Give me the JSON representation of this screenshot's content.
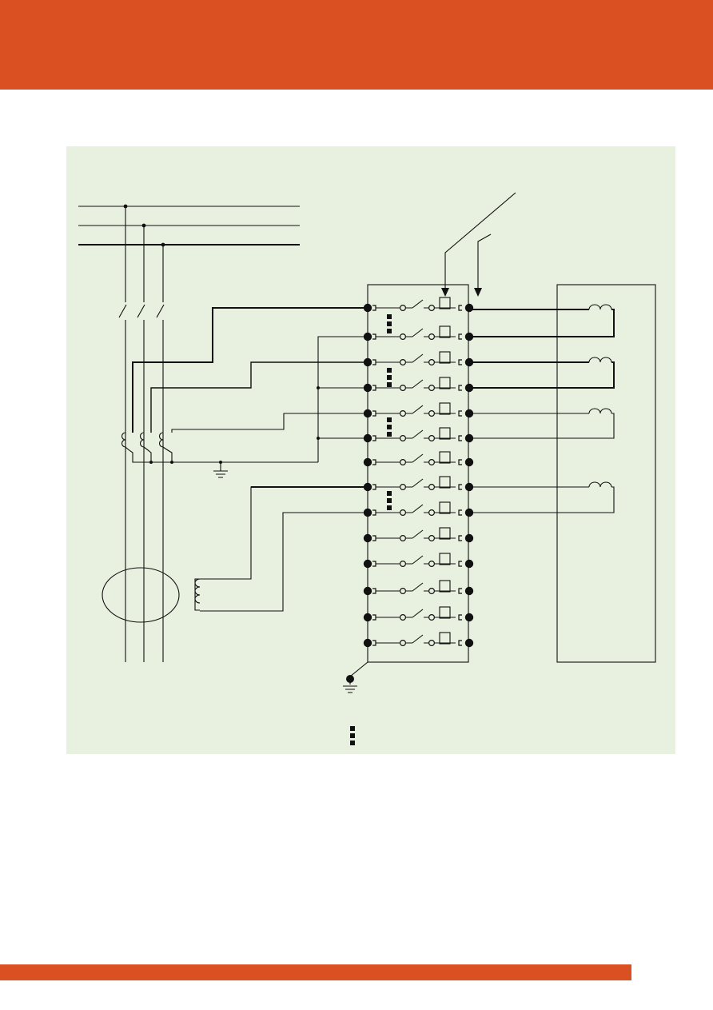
{
  "colors": {
    "banner": "#db5022",
    "bottom_bar": "#db5022",
    "panel_background": "#e8f0df",
    "line": "#111111",
    "page": "#ffffff"
  },
  "diagram": {
    "terminal_rows": 14,
    "rows_with_left_wire": [
      0,
      1,
      2,
      3,
      4,
      5,
      7,
      8
    ],
    "current_transformers": 3,
    "transformer_coils": 4,
    "page_labels": []
  }
}
